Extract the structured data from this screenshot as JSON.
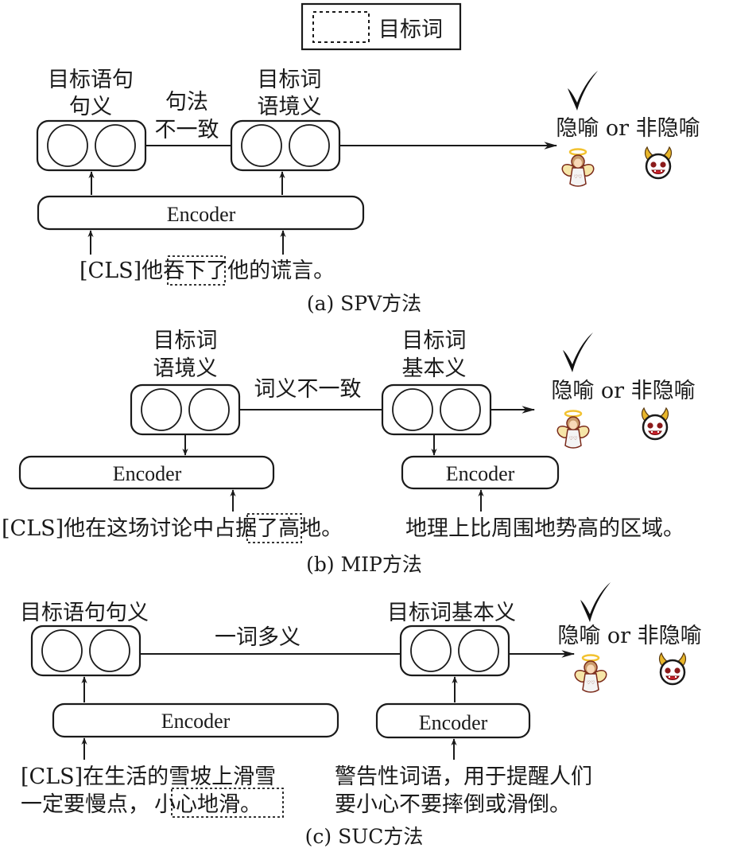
{
  "legend": {
    "target_word_label": "目标词",
    "swatch": "dashed-box"
  },
  "output": {
    "label": "隐喻 or 非隐喻",
    "check_icon": "checkmark-icon",
    "angel_icon": "angel-emoji-icon",
    "devil_icon": "devil-emoji-icon"
  },
  "panels": [
    {
      "id": "spv",
      "caption": "(a) SPV方法",
      "left_label_lines": [
        "目标语句",
        "句义"
      ],
      "right_label_lines": [
        "目标词",
        "语境义"
      ],
      "relation_lines": [
        "句法",
        "不一致"
      ],
      "encoders": [
        "Encoder"
      ],
      "sentence_parts": [
        "[CLS]他",
        "吞下",
        "了他的谎言。"
      ],
      "output_label": "隐喻 or 非隐喻"
    },
    {
      "id": "mip",
      "caption": "(b) MIP方法",
      "left_label_lines": [
        "目标词",
        "语境义"
      ],
      "right_label_lines": [
        "目标词",
        "基本义"
      ],
      "relation_lines": [
        "词义不一致"
      ],
      "encoders": [
        "Encoder",
        "Encoder"
      ],
      "sentence_parts": [
        "[CLS]他在这场讨论中",
        "占据",
        "了高地。"
      ],
      "definition": "地理上比周围地势高的区域。",
      "output_label": "隐喻 or 非隐喻"
    },
    {
      "id": "suc",
      "caption": "(c)  SUC方法",
      "left_label_lines": [
        "目标语句句义"
      ],
      "right_label_lines": [
        "目标词基本义"
      ],
      "relation_lines": [
        "一词多义"
      ],
      "encoders": [
        "Encoder",
        "Encoder"
      ],
      "sentence_line1": "[CLS]在生活的雪坡上滑雪",
      "sentence_line2_parts": [
        "一定要慢点，",
        "小心地滑",
        "。"
      ],
      "definition_lines": [
        "警告性词语，用于提醒人们",
        "要小心不要摔倒或滑倒。"
      ],
      "output_label": "隐喻 or 非隐喻"
    }
  ],
  "colors": {
    "stroke": "#1a1a1a",
    "angel_wing": "#f6e6a8",
    "angel_halo": "#f2c230",
    "devil_horn": "#e8b62a",
    "devil_eye": "#8b1a1a",
    "devil_mouth": "#c8202a"
  }
}
